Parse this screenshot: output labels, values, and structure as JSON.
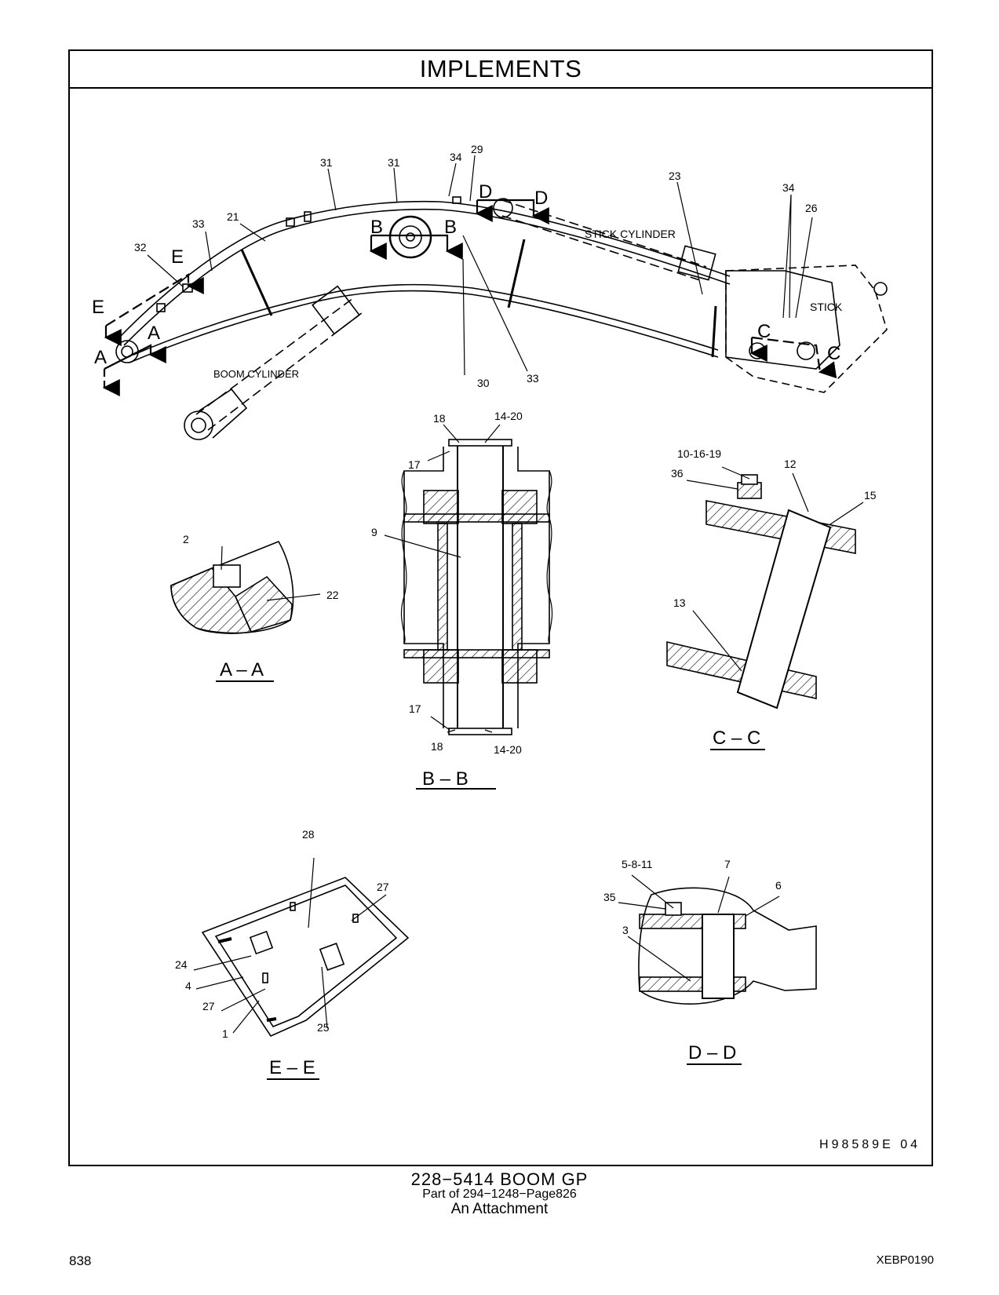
{
  "header": {
    "title": "IMPLEMENTS"
  },
  "drawing": {
    "id": "H98589E   04",
    "views": {
      "aa": "A – A",
      "bb": "B – B",
      "cc": "C – C",
      "dd": "D – D",
      "ee": "E – E"
    },
    "labels": {
      "stick_cylinder": "STICK  CYLINDER",
      "boom_cylinder": "BOOM  CYLINDER",
      "stick": "STICK"
    },
    "section_letters": {
      "a": "A",
      "b": "B",
      "c": "C",
      "d": "D",
      "e": "E"
    },
    "callouts": {
      "c1": "1",
      "c2": "2",
      "c3": "3",
      "c4": "4",
      "c6": "6",
      "c7": "7",
      "c9": "9",
      "c12": "12",
      "c13": "13",
      "c15": "15",
      "c17": "17",
      "c18": "18",
      "c21": "21",
      "c22": "22",
      "c23": "23",
      "c24": "24",
      "c25": "25",
      "c26": "26",
      "c27": "27",
      "c28": "28",
      "c29": "29",
      "c30": "30",
      "c31": "31",
      "c32": "32",
      "c33": "33",
      "c34": "34",
      "c35": "35",
      "c36": "36",
      "c14_20": "14-20",
      "c10_16_19": "10-16-19",
      "c5_8_11": "5-8-11"
    }
  },
  "caption": {
    "part": "228−5414   BOOM  GP",
    "part_of": "Part of 294−1248−Page826",
    "note": "An Attachment"
  },
  "footer": {
    "page": "838",
    "doc_code": "XEBP0190"
  }
}
